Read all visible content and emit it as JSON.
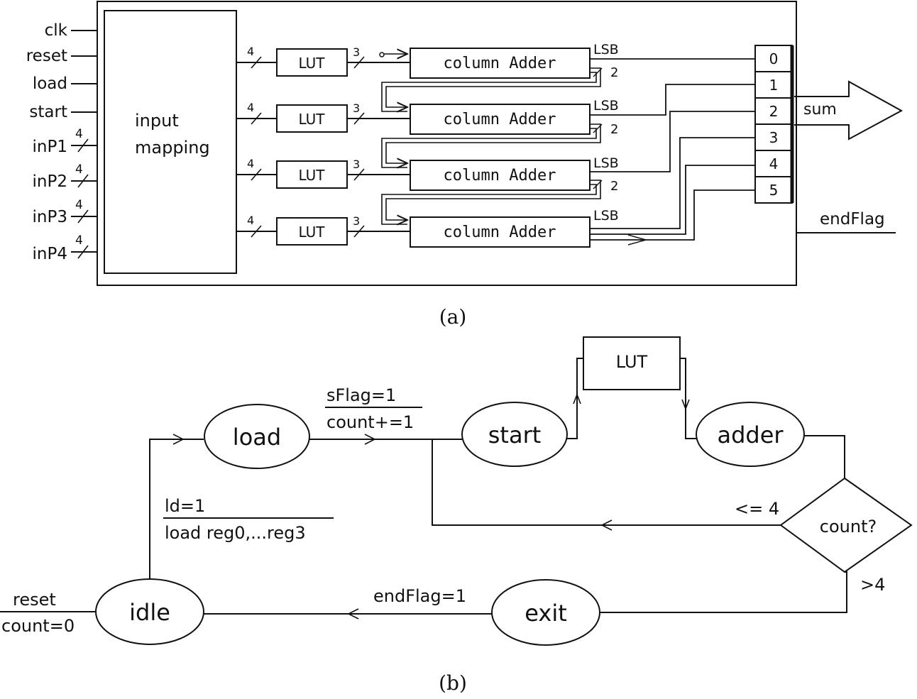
{
  "panel_a": {
    "caption": "(a)",
    "inputs": {
      "clk": "clk",
      "reset": "reset",
      "load": "load",
      "start": "start",
      "inP1": "inP1",
      "inP2": "inP2",
      "inP3": "inP3",
      "inP4": "inP4"
    },
    "input_width": "4",
    "mapping_label": {
      "line1": "input",
      "line2": "mapping"
    },
    "lut_label": "LUT",
    "lut_in_width": "4",
    "lut_out_width": "3",
    "adder_label": "column Adder",
    "lsb_label": "LSB",
    "carry_width": "2",
    "sum_indices": [
      "0",
      "1",
      "2",
      "3",
      "4",
      "5"
    ],
    "sum_label": "sum",
    "end_flag_label": "endFlag"
  },
  "panel_b": {
    "caption": "(b)",
    "states": {
      "idle": "idle",
      "load": "load",
      "start": "start",
      "adder": "adder",
      "exit": "exit"
    },
    "lut_label": "LUT",
    "decision_label": "count?",
    "reset_in": {
      "top": "reset",
      "bottom": "count=0"
    },
    "idle_to_load": {
      "top": "ld=1",
      "bottom": "load reg0,...reg3"
    },
    "load_to_start": {
      "top": "sFlag=1",
      "bottom": "count+=1"
    },
    "loop_label": "<= 4",
    "exit_branch_label": ">4",
    "exit_to_idle": "endFlag=1"
  }
}
